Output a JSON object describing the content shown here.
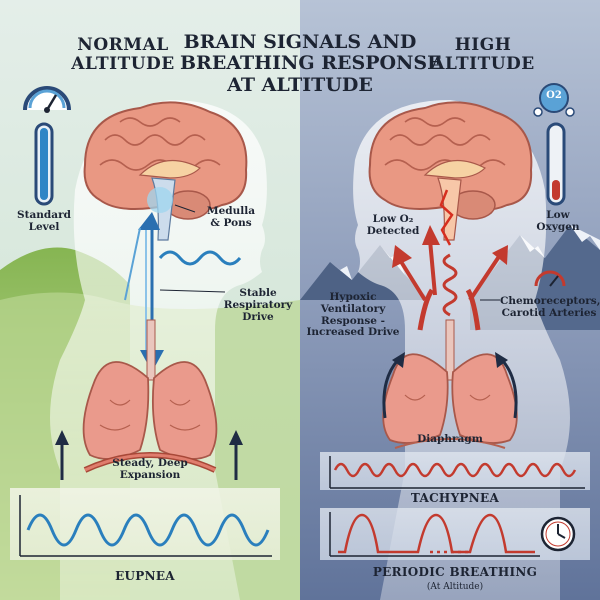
{
  "title": [
    "BRAIN SIGNALS AND",
    "BREATHING RESPONSE",
    "AT ALTITUDE"
  ],
  "left": {
    "header": [
      "NORMAL",
      "ALTITUDE"
    ],
    "gauge_label": [
      "Standard",
      "Level"
    ],
    "medulla_label": [
      "Medulla",
      "& Pons"
    ],
    "drive_label": [
      "Stable",
      "Respiratory",
      "Drive"
    ],
    "expansion_label": [
      "Steady, Deep",
      "Expansion"
    ],
    "wave_label": "EUPNEA"
  },
  "right": {
    "header": [
      "HIGH",
      "ALTITUDE"
    ],
    "o2_badge": "O2",
    "gauge_label": [
      "Low",
      "Oxygen"
    ],
    "detected_label": [
      "Low O₂",
      "Detected"
    ],
    "hvr_label": [
      "Hypoxic",
      "Ventilatory",
      "Response -",
      "Increased Drive"
    ],
    "chemo_label": [
      "Chemoreceptors,",
      "Carotid Arteries"
    ],
    "diaphragm_label": "Diaphragm",
    "wave_label_1": "TACHYPNEA",
    "wave_label_2": "PERIODIC BREATHING",
    "wave_label_2_sub": "(At Altitude)"
  },
  "colors": {
    "left_sky": "#dde9e2",
    "left_hill": "#8fbb58",
    "right_sky": "#8ea0bc",
    "brain": "#e9967a",
    "lung": "#ea9a8c",
    "normal_wave": "#2a7fbd",
    "high_wave": "#c33a2e"
  }
}
